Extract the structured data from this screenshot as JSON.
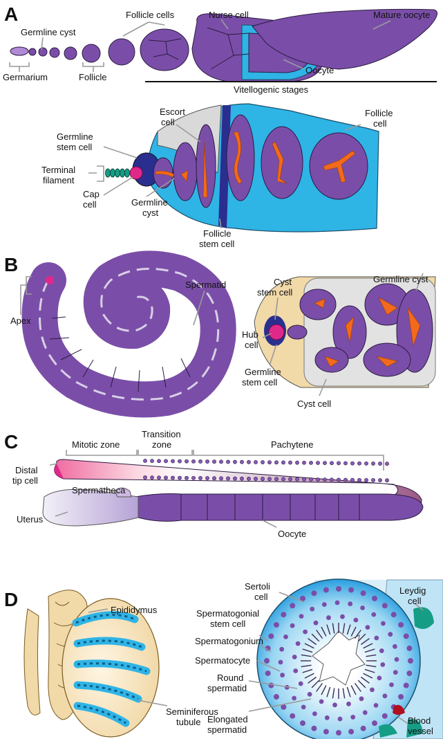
{
  "panels": {
    "A": {
      "letter": "A",
      "top_labels": {
        "follicle_cells": "Follicle cells",
        "nurse_cell": "Nurse cell",
        "mature_oocyte": "Mature oocyte",
        "germline_cyst": "Germline cyst",
        "germarium": "Germarium",
        "follicle": "Follicle",
        "oocyte": "Oocyte",
        "vitellogenic_stages": "Vitellogenic stages"
      },
      "detail_labels": {
        "escort_cell_1": "Escort",
        "escort_cell_2": "cell",
        "follicle_cell_1": "Follicle",
        "follicle_cell_2": "cell",
        "germline_stem_cell_1": "Germline",
        "germline_stem_cell_2": "stem cell",
        "terminal_filament_1": "Terminal",
        "terminal_filament_2": "filament",
        "cap_cell_1": "Cap",
        "cap_cell_2": "cell",
        "germline_cyst_1": "Germline",
        "germline_cyst_2": "cyst",
        "follicle_stem_cell_1": "Follicle",
        "follicle_stem_cell_2": "stem cell"
      }
    },
    "B": {
      "letter": "B",
      "labels": {
        "spermatid": "Spermatid",
        "apex": "Apex",
        "cyst_stem_cell_1": "Cyst",
        "cyst_stem_cell_2": "stem cell",
        "germline_cyst": "Germline cyst",
        "hub_cell_1": "Hub",
        "hub_cell_2": "cell",
        "germline_stem_cell_1": "Germline",
        "germline_stem_cell_2": "stem cell",
        "cyst_cell": "Cyst cell"
      }
    },
    "C": {
      "letter": "C",
      "labels": {
        "mitotic_zone": "Mitotic zone",
        "transition_zone_1": "Transition",
        "transition_zone_2": "zone",
        "pachytene": "Pachytene",
        "distal_tip_cell_1": "Distal",
        "distal_tip_cell_2": "tip cell",
        "spermatheca": "Spermatheca",
        "uterus": "Uterus",
        "oocyte": "Oocyte"
      }
    },
    "D": {
      "letter": "D",
      "labels": {
        "epididymus": "Epididymus",
        "seminiferous_tubule_1": "Seminiferous",
        "seminiferous_tubule_2": "tubule",
        "sertoli_cell_1": "Sertoli",
        "sertoli_cell_2": "cell",
        "spermatogonial_stem_cell_1": "Spermatogonial",
        "spermatogonial_stem_cell_2": "stem cell",
        "spermatogonium": "Spermatogonium",
        "spermatocyte": "Spermatocyte",
        "round_spermatid_1": "Round",
        "round_spermatid_2": "spermatid",
        "elongated_spermatid_1": "Elongated",
        "elongated_spermatid_2": "spermatid",
        "leydig_cell_1": "Leydig",
        "leydig_cell_2": "cell",
        "blood_vessel_1": "Blood",
        "blood_vessel_2": "vessel"
      }
    }
  },
  "colors": {
    "germ_purple": "#7a4ea8",
    "somatic_cyan": "#2fb4e6",
    "fusome_orange": "#f26a1b",
    "niche_magenta": "#e0288a",
    "stem_navy": "#2a2f8f",
    "tissue_tan": "#f1d9a8",
    "leader_gray": "#9a9a9a"
  }
}
